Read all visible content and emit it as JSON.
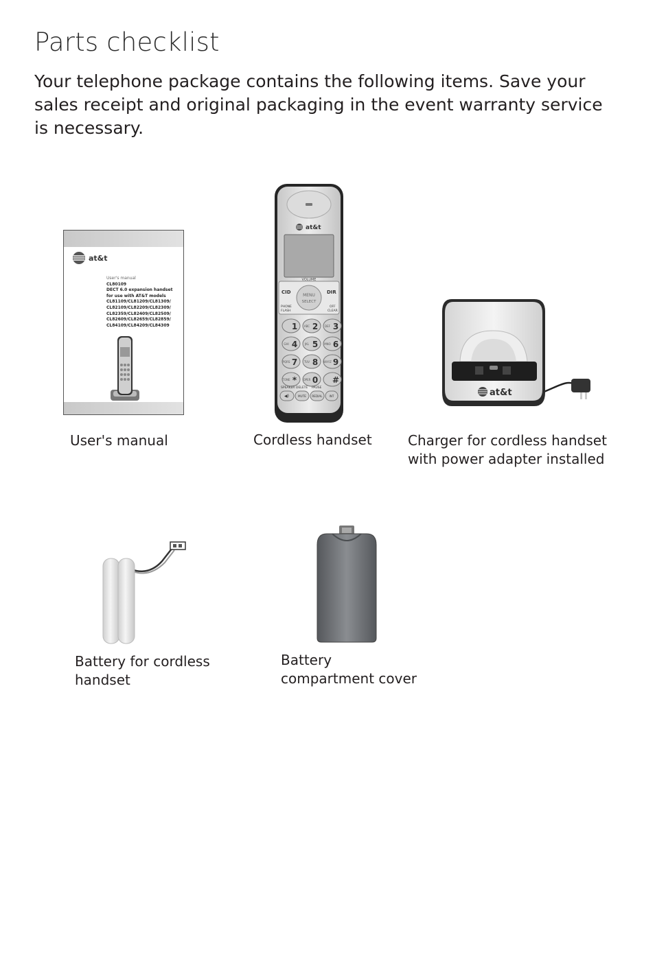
{
  "page": {
    "title": "Parts checklist",
    "intro": "Your telephone package contains the following items. Save your sales receipt and original packaging in the event warranty service is necessary."
  },
  "items": [
    {
      "caption_lines": [
        "User's manual"
      ],
      "icon": "users-manual"
    },
    {
      "caption_lines": [
        "Cordless handset"
      ],
      "icon": "cordless-handset"
    },
    {
      "caption_lines": [
        "Charger for cordless handset",
        "with power adapter installed"
      ],
      "icon": "charger"
    },
    {
      "caption_lines": [
        "Battery for cordless",
        "handset"
      ],
      "icon": "battery"
    },
    {
      "caption_lines": [
        "Battery",
        "compartment cover"
      ],
      "icon": "battery-cover"
    }
  ],
  "manual_cover": {
    "logo": "at&t",
    "label": "User's manual",
    "model": "CL80109",
    "lines": [
      "DECT 6.0 expansion handset",
      "for use with AT&T models",
      "CL81109/CL81209/CL81309/",
      "CL82109/CL82209/CL82309/",
      "CL82359/CL82409/CL82509/",
      "CL82609/CL82659/CL82859/",
      "CL84109/CL84209/CL84309"
    ]
  },
  "handset": {
    "logo": "at&t",
    "volume_label": "VOLUME",
    "cid": "CID",
    "dir": "DIR",
    "menu": "MENU",
    "select": "SELECT",
    "phone": "PHONE",
    "flash": "FLASH",
    "off": "OFF",
    "clear": "CLEAR",
    "keys": [
      "1",
      "2",
      "3",
      "4",
      "5",
      "6",
      "7",
      "8",
      "9",
      "*",
      "0",
      "#"
    ],
    "key_letters": [
      "",
      "ABC",
      "DEF",
      "GHI",
      "JKL",
      "MNO",
      "PQRS",
      "TUV",
      "WXYZ",
      "TONE",
      "OPER",
      ""
    ],
    "speaker": "SPEAKER",
    "delete": "DELETE",
    "pause": "PAUSE",
    "mute": "MUTE",
    "redial": "REDIAL",
    "intercom": "INT"
  },
  "charger": {
    "logo": "at&t"
  },
  "colors": {
    "text": "#231f20",
    "handset_body": "#2a2a2a",
    "silver": "#d9d9d9",
    "cover": "#6b6e72",
    "battery": "#e0e0e0"
  }
}
